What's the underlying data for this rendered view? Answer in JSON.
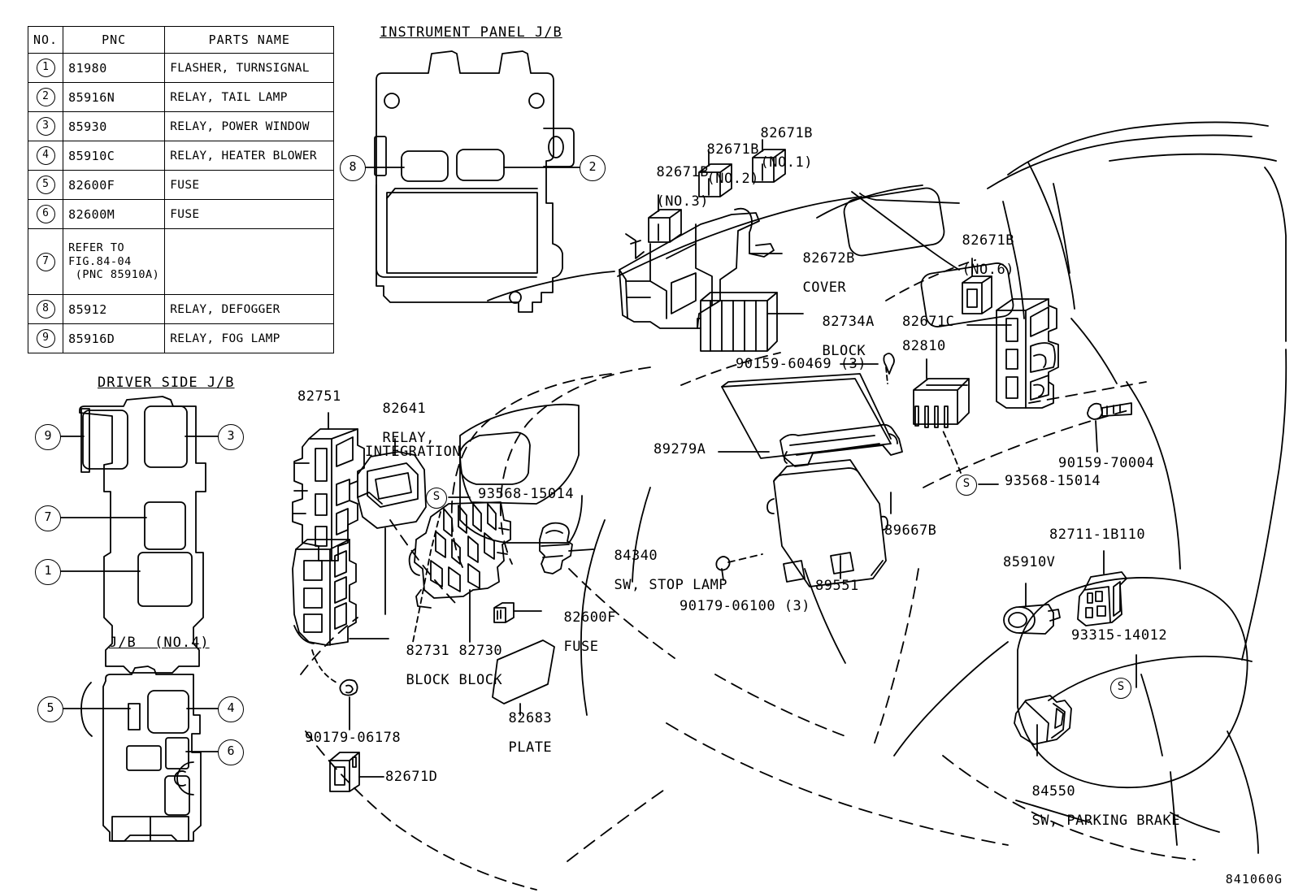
{
  "figure_code": "841060G",
  "parts_table": {
    "headers": [
      "NO.",
      "PNC",
      "PARTS NAME"
    ],
    "rows": [
      {
        "no": "1",
        "pnc": "81980",
        "name": "FLASHER, TURNSIGNAL"
      },
      {
        "no": "2",
        "pnc": "85916N",
        "name": "RELAY, TAIL LAMP"
      },
      {
        "no": "3",
        "pnc": "85930",
        "name": "RELAY, POWER WINDOW"
      },
      {
        "no": "4",
        "pnc": "85910C",
        "name": "RELAY, HEATER BLOWER"
      },
      {
        "no": "5",
        "pnc": "82600F",
        "name": "FUSE"
      },
      {
        "no": "6",
        "pnc": "82600M",
        "name": "FUSE"
      },
      {
        "no": "7",
        "pnc": "REFER TO\nFIG.84-04\n (PNC 85910A)",
        "name": ""
      },
      {
        "no": "8",
        "pnc": "85912",
        "name": "RELAY, DEFOGGER"
      },
      {
        "no": "9",
        "pnc": "85916D",
        "name": "RELAY, FOG LAMP"
      }
    ]
  },
  "sections": {
    "instrument_panel_jb": {
      "title": "INSTRUMENT PANEL J/B",
      "callouts": [
        {
          "id": "8"
        },
        {
          "id": "2"
        }
      ]
    },
    "driver_side_jb": {
      "title": "DRIVER SIDE J/B",
      "callouts": [
        {
          "id": "9"
        },
        {
          "id": "3"
        },
        {
          "id": "7"
        },
        {
          "id": "1"
        }
      ]
    },
    "jb_no4": {
      "title": "J/B  (NO.4)",
      "callouts": [
        {
          "id": "5"
        },
        {
          "id": "4"
        },
        {
          "id": "6"
        }
      ]
    }
  },
  "labels": {
    "l82671b_no3": {
      "code": "82671B",
      "sub": "(NO.3)"
    },
    "l82671b_no2": {
      "code": "82671B",
      "sub": "(NO.2)"
    },
    "l82671b_no1": {
      "code": "82671B",
      "sub": "(NO.1)"
    },
    "l82671b_no6": {
      "code": "82671B",
      "sub": "(NO.6)"
    },
    "l82672b": {
      "code": "82672B",
      "sub": "COVER"
    },
    "l82734a": {
      "code": "82734A",
      "sub": "BLOCK"
    },
    "l82671c": {
      "code": "82671C"
    },
    "l82810": {
      "code": "82810"
    },
    "l90159_60469": {
      "code": "90159-60469 (3)"
    },
    "l90159_70004": {
      "code": "90159-70004"
    },
    "l93568_15014_right": {
      "code": "93568-15014",
      "marker": "S"
    },
    "l93568_15014_left": {
      "code": "93568-15014",
      "marker": "S"
    },
    "l89279a": {
      "code": "89279A"
    },
    "l89667b": {
      "code": "89667B"
    },
    "l89551": {
      "code": "89551"
    },
    "l90179_06100": {
      "code": "90179-06100 (3)"
    },
    "l82751": {
      "code": "82751"
    },
    "l82641": {
      "code": "82641",
      "sub": "RELAY,\nINTEGRATION"
    },
    "l84340": {
      "code": "84340",
      "sub": "SW, STOP LAMP"
    },
    "l82600f": {
      "code": "82600F",
      "sub": "FUSE"
    },
    "l82731": {
      "code": "82731",
      "sub": "BLOCK"
    },
    "l82730": {
      "code": "82730",
      "sub": "BLOCK"
    },
    "l82683": {
      "code": "82683",
      "sub": "PLATE"
    },
    "l90179_06178": {
      "code": "90179-06178"
    },
    "l82671d": {
      "code": "82671D"
    },
    "l82711_1b110": {
      "code": "82711-1B110"
    },
    "l85910v": {
      "code": "85910V"
    },
    "l93315_14012": {
      "code": "93315-14012",
      "marker": "S"
    },
    "l84550": {
      "code": "84550",
      "sub": "SW, PARKING BRAKE"
    }
  }
}
